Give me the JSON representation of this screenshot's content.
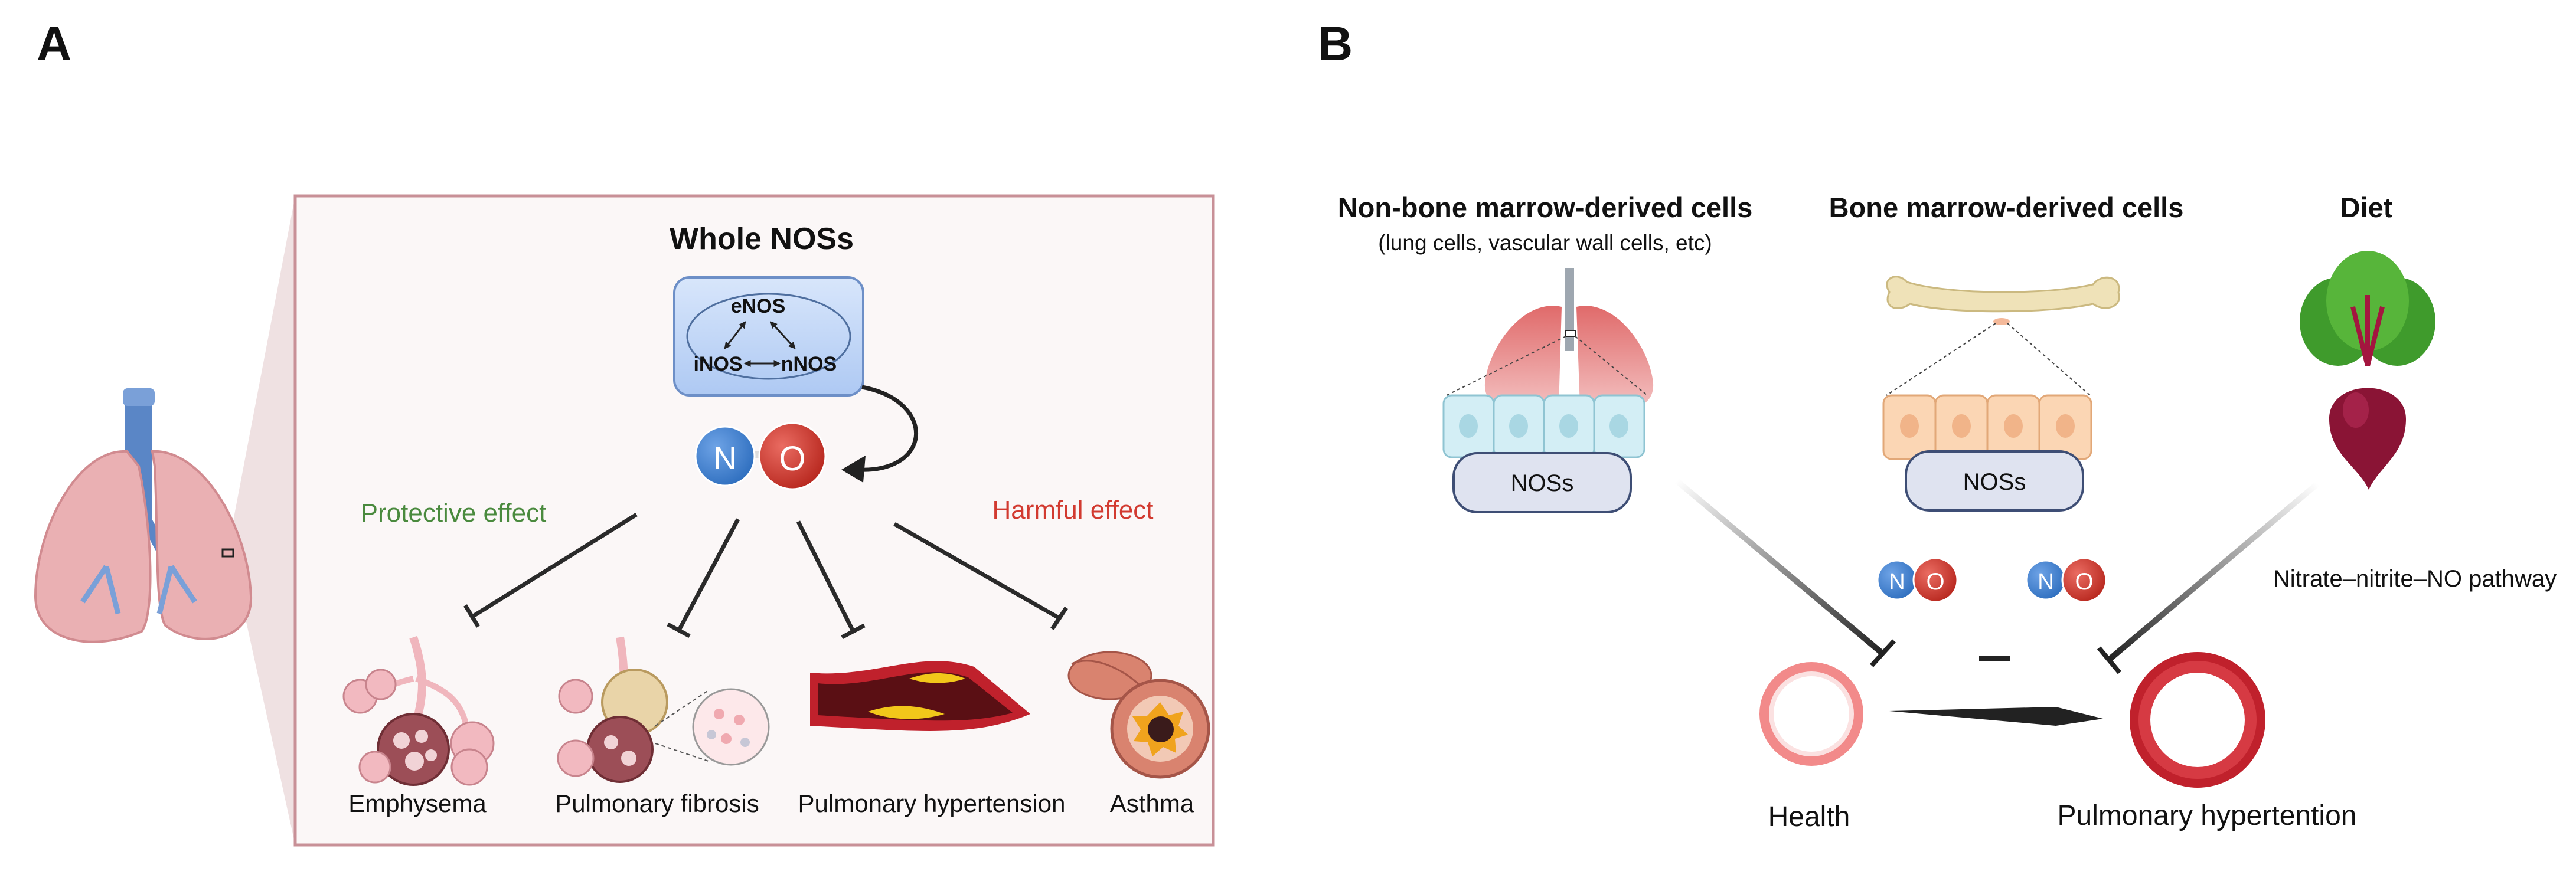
{
  "panel_a": {
    "letter": "A",
    "title": "Whole NOSs",
    "enos": "eNOS",
    "inos": "iNOS",
    "nnos": "nNOS",
    "no_n": "N",
    "no_o": "O",
    "protective": "Protective effect",
    "harmful": "Harmful effect",
    "diseases": {
      "emphysema": "Emphysema",
      "fibrosis": "Pulmonary fibrosis",
      "hypertension": "Pulmonary hypertension",
      "asthma": "Asthma"
    }
  },
  "panel_b": {
    "letter": "B",
    "non_bm_title": "Non-bone marrow-derived cells",
    "non_bm_sub": "(lung cells, vascular wall cells, etc)",
    "bm_title": "Bone marrow-derived cells",
    "diet_title": "Diet",
    "nos_label_1": "NOSs",
    "nos_label_2": "NOSs",
    "no_n": "N",
    "no_o": "O",
    "pathway": "Nitrate–nitrite–NO pathway",
    "health": "Health",
    "disease": "Pulmonary hypertention"
  },
  "colors": {
    "protective": "#4a8a3e",
    "harmful": "#d23a30",
    "n_blue": "#2f6fbf",
    "o_red": "#c9332b",
    "panel_border": "#c89097",
    "panel_bg": "#fbf7f7"
  }
}
